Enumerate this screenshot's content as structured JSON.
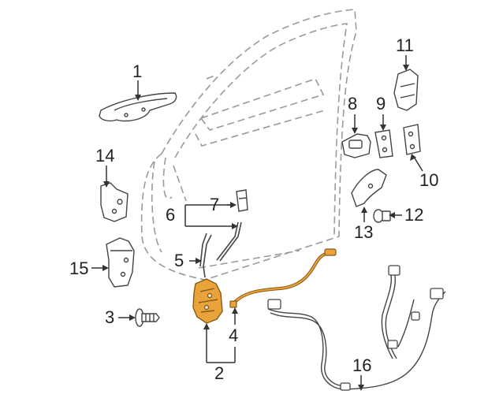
{
  "diagram": {
    "callouts": [
      {
        "id": "c1",
        "text": "1"
      },
      {
        "id": "c2",
        "text": "2"
      },
      {
        "id": "c3",
        "text": "3"
      },
      {
        "id": "c4",
        "text": "4"
      },
      {
        "id": "c5",
        "text": "5"
      },
      {
        "id": "c6",
        "text": "6"
      },
      {
        "id": "c7",
        "text": "7"
      },
      {
        "id": "c8",
        "text": "8"
      },
      {
        "id": "c9",
        "text": "9"
      },
      {
        "id": "c10",
        "text": "10"
      },
      {
        "id": "c11",
        "text": "11"
      },
      {
        "id": "c12",
        "text": "12"
      },
      {
        "id": "c13",
        "text": "13"
      },
      {
        "id": "c14",
        "text": "14"
      },
      {
        "id": "c15",
        "text": "15"
      },
      {
        "id": "c16",
        "text": "16"
      }
    ],
    "colors": {
      "line": "#444444",
      "part_fill": "#ffffff",
      "highlight_fill": "#e8a33a",
      "highlight_stroke": "#8a5a14",
      "door_outline": "#9a9a9a"
    }
  }
}
